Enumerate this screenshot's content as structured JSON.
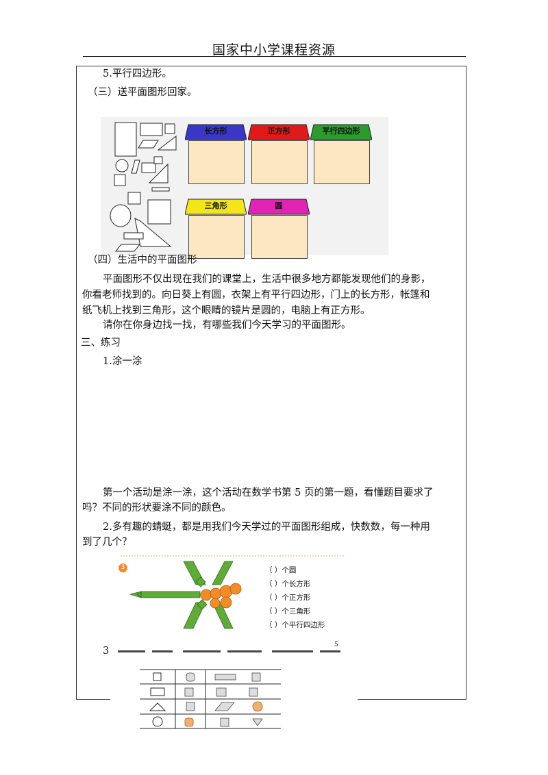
{
  "header": {
    "title": "国家中小学课程资源"
  },
  "content": {
    "item5": "5.平行四边形。",
    "section3": "（三）送平面图形回家。",
    "houses": [
      {
        "label": "长方形",
        "roof": "#3a37c8"
      },
      {
        "label": "正方形",
        "roof": "#e01a1a"
      },
      {
        "label": "平行四边形",
        "roof": "#2d9a2d"
      },
      {
        "label": "三角形",
        "roof": "#f2e51a"
      },
      {
        "label": "圆",
        "roof": "#e024b4"
      }
    ],
    "section4": "（四）生活中的平面图形",
    "para1_l1": "平面图形不仅出现在我们的课堂上，生活中很多地方都能发现他们的身影，",
    "para1_l2": "你看老师找到的。向日葵上有圆，衣架上有平行四边形，门上的长方形，帐篷和",
    "para1_l3": "纸飞机上找到三角形，这个眼睛的镜片是圆的，电脑上有正方形。",
    "para2": "请你在你身边找一找，有哪些我们今天学习的平面图形。",
    "practice_title": "三、练习",
    "ex1_title": "1.涂一涂",
    "ex1_desc_l1": "第一个活动是涂一涂，这个活动在数学书第 5 页的第一题，看懂题目要求了",
    "ex1_desc_l2": "吗？不同的形状要涂不同的颜色。",
    "ex2_l1": "2.多有趣的蜻蜓，都是用我们今天学过的平面图形组成，快数数，每一种用",
    "ex2_l2": "到了几个？",
    "dragonfly": {
      "badge": "3",
      "counts": [
        "（    ）个圆",
        "（    ）个长方形",
        "（    ）个正方形",
        "（    ）个三角形",
        "（    ）个平行四边形"
      ],
      "page_no": "5"
    },
    "ex3_number": "3"
  }
}
